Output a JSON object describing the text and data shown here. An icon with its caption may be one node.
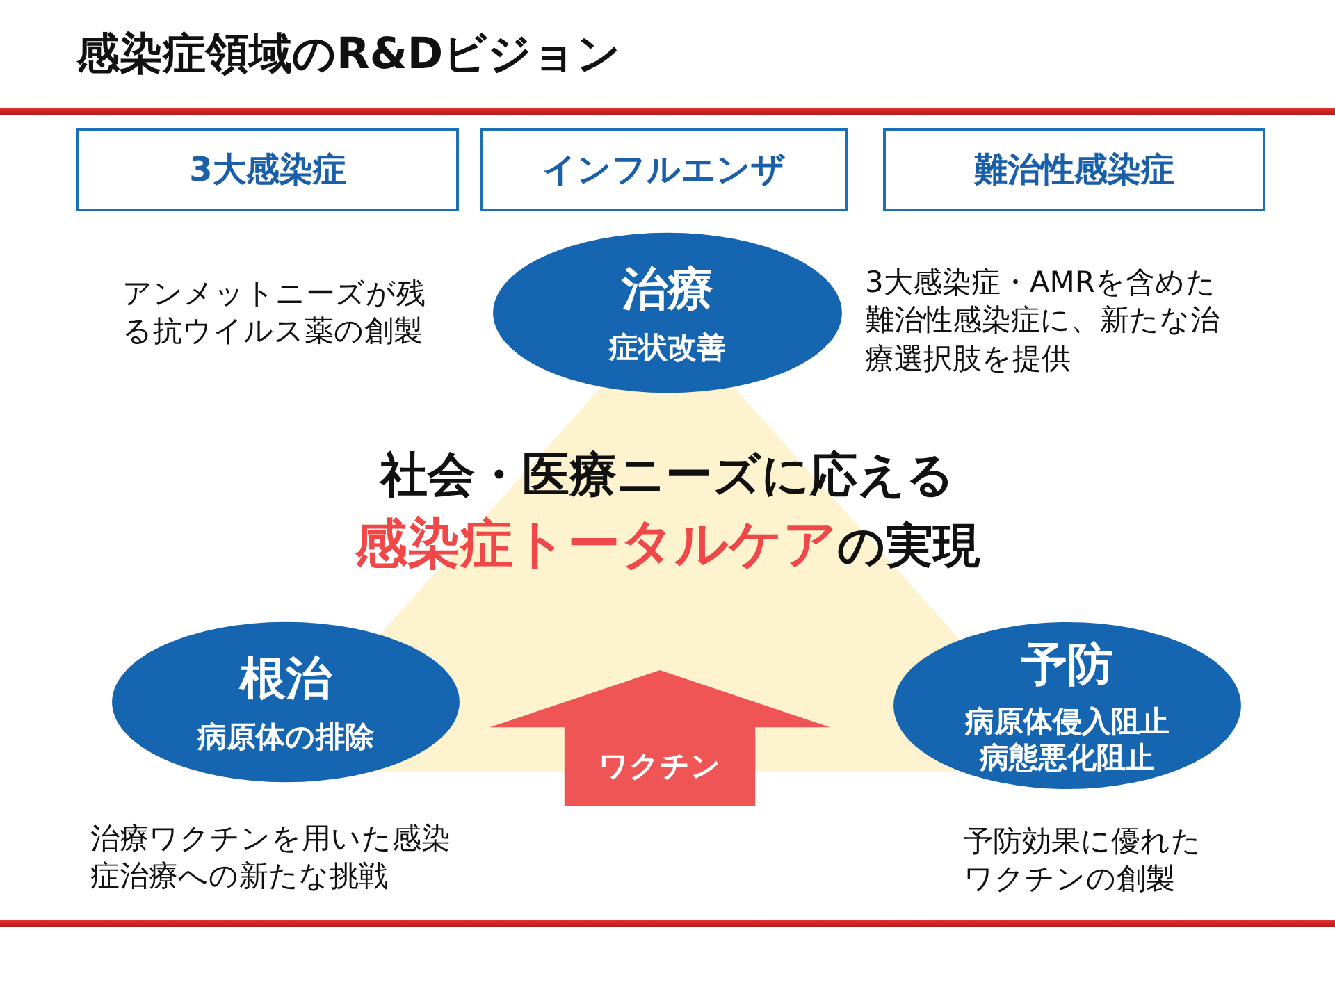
{
  "diagram": {
    "title": "感染症領域のR&Dビジョン",
    "nodes": [
      {
        "text": [
          "3大感染症"
        ]
      },
      {
        "text": [
          "インフルエンザ"
        ]
      },
      {
        "text": [
          "難治性感染症"
        ]
      },
      {
        "text": [
          "治療",
          "症状改善"
        ]
      },
      {
        "text": [
          "社会・医療ニーズに応える",
          "感染症トータルケア",
          "の実現"
        ]
      },
      {
        "text": [
          "根治",
          "病原体の排除"
        ]
      },
      {
        "text": [
          "予防",
          "病原体侵入阻止病態悪化阻止"
        ]
      },
      {
        "text": [
          "ワクチン"
        ]
      }
    ],
    "edges": [],
    "labels": [
      "アンメットニーズが残る抗ウイルス薬の創製",
      "3大感染症・AMRを含めた難治性感染症に、新たな治療選択肢を提供",
      "治療ワクチンを用いた感染症治療への新たな挑戦",
      "予防効果に優れたワクチンの創製"
    ]
  }
}
